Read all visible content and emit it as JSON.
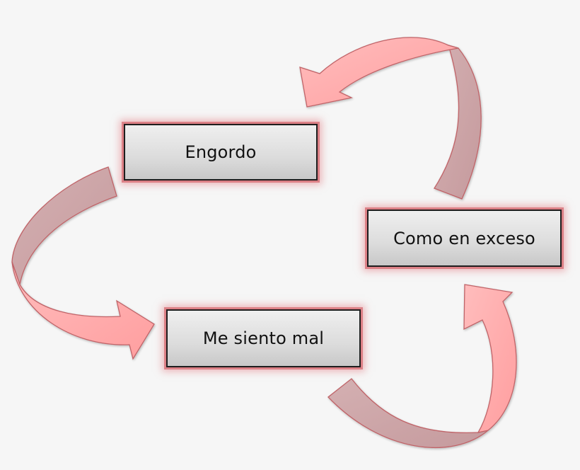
{
  "diagram": {
    "type": "cycle",
    "nodes": [
      {
        "id": "engordo",
        "label": "Engordo"
      },
      {
        "id": "exceso",
        "label": "Como en exceso"
      },
      {
        "id": "mal",
        "label": "Me siento mal"
      }
    ],
    "edges": [
      {
        "from": "engordo",
        "to": "mal"
      },
      {
        "from": "mal",
        "to": "exceso"
      },
      {
        "from": "exceso",
        "to": "engordo"
      }
    ],
    "colors": {
      "background": "#f6f6f6",
      "arrow_front": "#ffb3b3",
      "arrow_back": "#cfa7a9",
      "arrow_stroke": "#c06468",
      "node_glow": "#e0868c",
      "node_border": "#1e1e1e"
    }
  }
}
